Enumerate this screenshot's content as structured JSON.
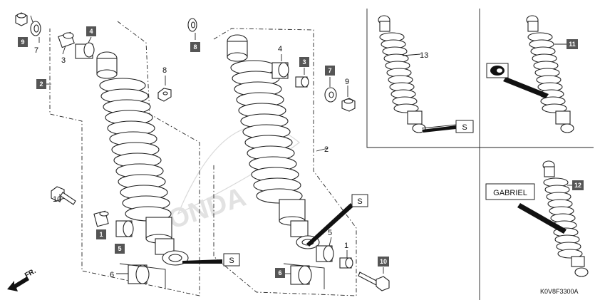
{
  "diagram": {
    "code": "K0V8F3300A",
    "direction_label": "FR.",
    "gabriel_label": "GABRIEL",
    "s_label": "S",
    "callouts": {
      "p1": "1",
      "p2": "2",
      "p3": "3",
      "p4": "4",
      "p5": "5",
      "p6": "6",
      "p7": "7",
      "p8": "8",
      "p9": "9",
      "p10": "10",
      "p11": "11",
      "p12": "12",
      "p13": "13"
    },
    "colors": {
      "line": "#222222",
      "box_fill": "#555555",
      "box_text": "#ffffff"
    }
  }
}
